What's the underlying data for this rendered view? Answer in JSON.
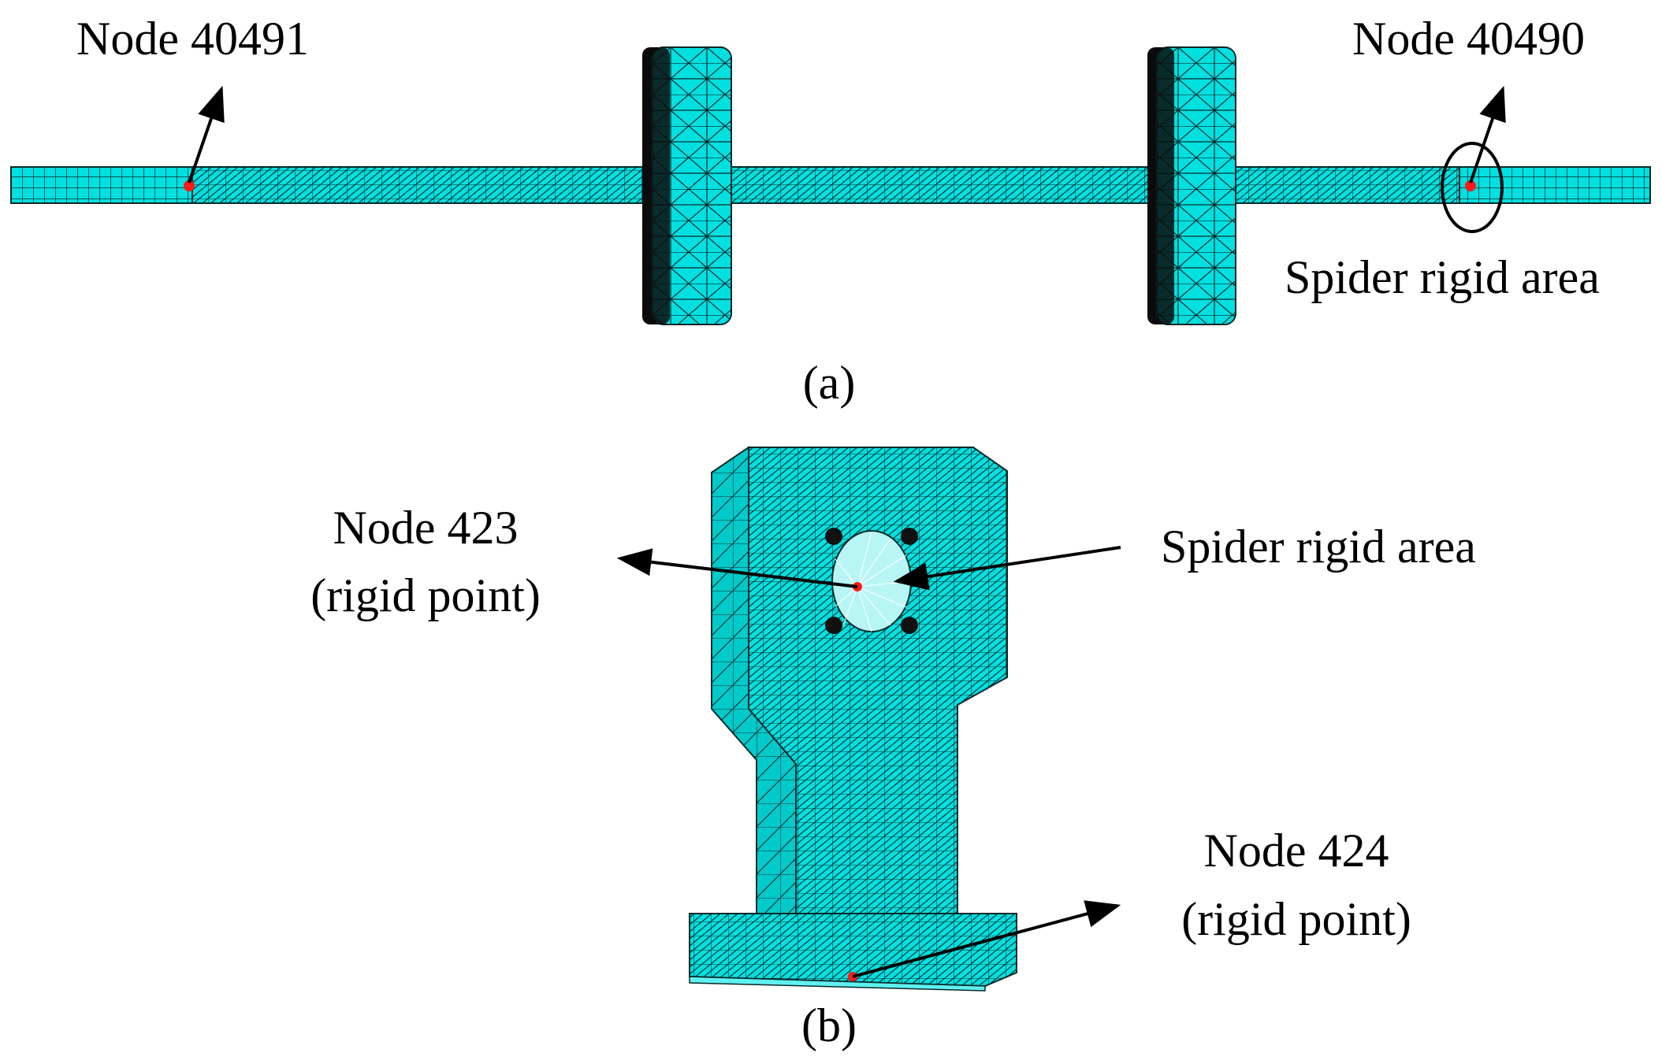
{
  "panel_a": {
    "caption": "(a)",
    "node_left": "Node 40491",
    "node_right": "Node 40490",
    "spider_label": "Spider rigid area"
  },
  "panel_b": {
    "caption": "(b)",
    "node_top": {
      "line1": "Node 423",
      "line2": "(rigid point)"
    },
    "node_bottom": {
      "line1": "Node 424",
      "line2": "(rigid point)"
    },
    "spider_label": "Spider rigid area"
  },
  "colors": {
    "mesh_fill": "#00e0e0",
    "mesh_line": "#0a2a2a",
    "node_marker": "#ff1a1a",
    "arrow": "#000000"
  }
}
